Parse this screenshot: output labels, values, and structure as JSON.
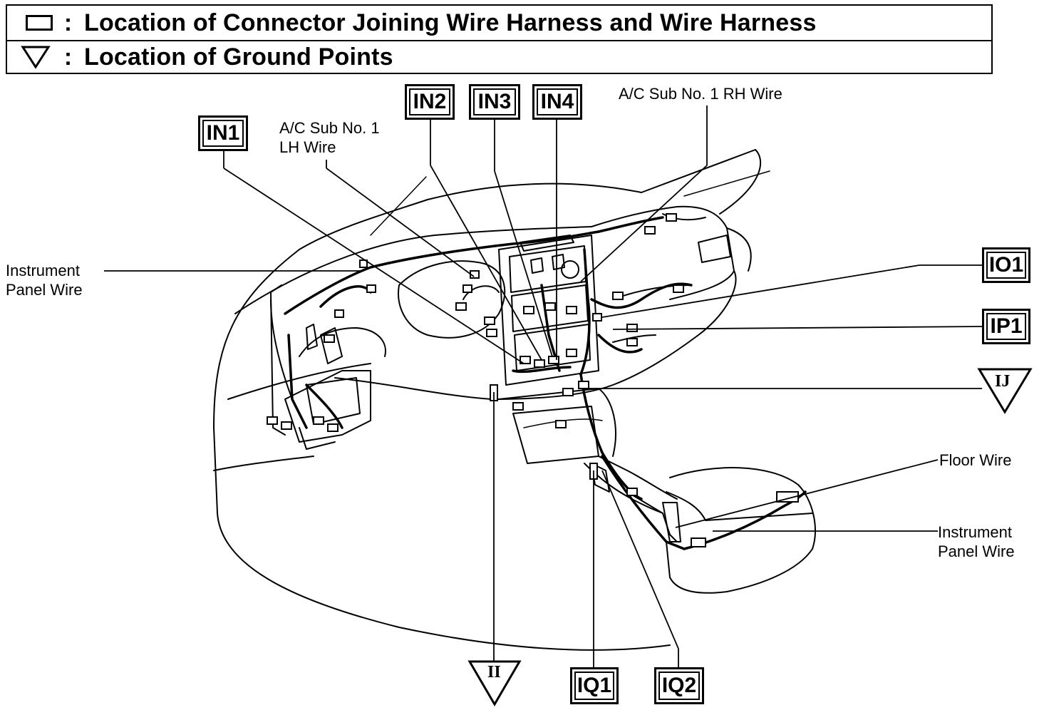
{
  "legend": {
    "connector_text": "Location of Connector Joining Wire Harness and Wire Harness",
    "ground_text": "Location of Ground Points",
    "separator": ":"
  },
  "connectors": {
    "IN1": "IN1",
    "IN2": "IN2",
    "IN3": "IN3",
    "IN4": "IN4",
    "IO1": "IO1",
    "IP1": "IP1",
    "IQ1": "IQ1",
    "IQ2": "IQ2"
  },
  "grounds": {
    "IJ": "IJ",
    "II": "II"
  },
  "labels": {
    "instrument_panel_wire_left_1": "Instrument",
    "instrument_panel_wire_left_2": "Panel Wire",
    "ac_lh_1": "A/C Sub No. 1",
    "ac_lh_2": "LH Wire",
    "ac_rh": "A/C Sub No. 1 RH Wire",
    "floor_wire": "Floor Wire",
    "instrument_panel_wire_right_1": "Instrument",
    "instrument_panel_wire_right_2": "Panel Wire"
  }
}
